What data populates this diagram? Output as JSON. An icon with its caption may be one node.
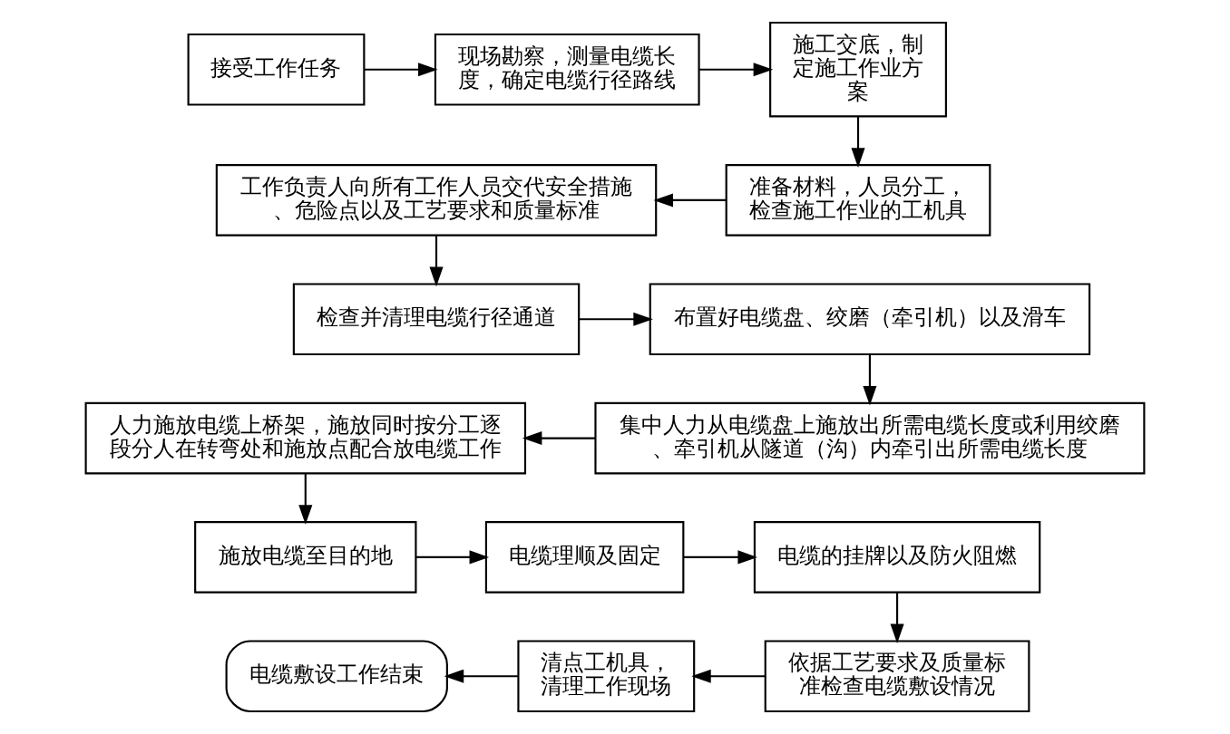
{
  "diagram": {
    "nodes": [
      {
        "text": [
          "接受工作任务"
        ]
      },
      {
        "text": [
          "现场勘察，测量电缆长度，确定电缆行径路线"
        ]
      },
      {
        "text": [
          "施工交底，制定施工作业方案"
        ]
      },
      {
        "text": [
          "工作负责人向所有工作人员交代安全措施、危险点以及工艺要求和质量标准"
        ]
      },
      {
        "text": [
          "准备材料，人员分工，检查施工作业的工机具"
        ]
      },
      {
        "text": [
          "检查并清理电缆行径通道"
        ]
      },
      {
        "text": [
          "布置好电缆盘、绞磨（牵引机）以及滑车"
        ]
      },
      {
        "text": [
          "人力施放电缆上桥架，施放同时按分工逐段分人在转弯处和施放点配合放电缆工作"
        ]
      },
      {
        "text": [
          "集中人力从电缆盘上施放出所需电缆长度或利用绞磨、牵引机从隧道（沟）内牵引出所需电缆长度"
        ]
      },
      {
        "text": [
          "施放电缆至目的地"
        ]
      },
      {
        "text": [
          "电缆理顺及固定"
        ]
      },
      {
        "text": [
          "电缆的挂牌以及防火阻燃"
        ]
      },
      {
        "text": [
          "电缆敷设工作结束"
        ]
      },
      {
        "text": [
          "清点工机具，清理工作现场"
        ]
      },
      {
        "text": [
          "依据工艺要求及质量标准检查电缆敷设情况"
        ]
      }
    ],
    "edges": [
      {
        "from": 0,
        "to": 1,
        "arrow": "to"
      },
      {
        "from": 1,
        "to": 2,
        "arrow": "to"
      },
      {
        "from": 2,
        "to": 4,
        "arrow": "to"
      },
      {
        "from": 4,
        "to": 3,
        "arrow": "to"
      },
      {
        "from": 3,
        "to": 5,
        "arrow": "to"
      },
      {
        "from": 5,
        "to": 6,
        "arrow": "to"
      },
      {
        "from": 6,
        "to": 8,
        "arrow": "to"
      },
      {
        "from": 8,
        "to": 7,
        "arrow": "to"
      },
      {
        "from": 7,
        "to": 9,
        "arrow": "to"
      },
      {
        "from": 9,
        "to": 10,
        "arrow": "to"
      },
      {
        "from": 10,
        "to": 11,
        "arrow": "to"
      },
      {
        "from": 11,
        "to": 14,
        "arrow": "to"
      },
      {
        "from": 14,
        "to": 13,
        "arrow": "to"
      },
      {
        "from": 13,
        "to": 12,
        "arrow": "to"
      }
    ]
  }
}
